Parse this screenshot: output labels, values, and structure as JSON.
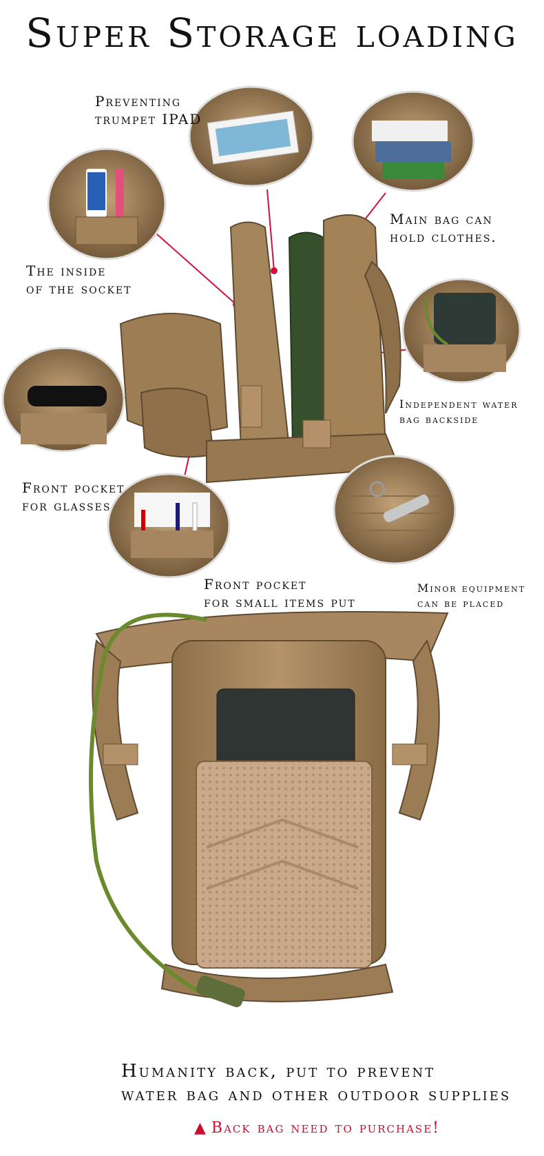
{
  "title": "Super Storage loading",
  "callouts": {
    "ipad": [
      "Preventing",
      "trumpet IPAD"
    ],
    "clothes": [
      "Main bag can",
      "hold clothes."
    ],
    "socket": [
      "The inside",
      "of the socket"
    ],
    "water_bag": [
      "Independent water",
      "bag backside"
    ],
    "glasses": [
      "Front pocket",
      "for glasses"
    ],
    "small_items": [
      "Front pocket",
      "for small items put"
    ],
    "equipment": [
      "Minor equipment",
      "can be placed"
    ]
  },
  "bottom": {
    "line1": "Humanity back, put to prevent",
    "line2": "water bag and other outdoor supplies"
  },
  "purchase": {
    "marker": "▲",
    "text": "Back bag need to purchase!"
  },
  "colors": {
    "tan": "#a8875c",
    "tan_dark": "#7c6241",
    "mesh": "#c9a98a",
    "line": "#d0103a",
    "accent": "#c8102e",
    "hose": "#6b8a2e"
  }
}
